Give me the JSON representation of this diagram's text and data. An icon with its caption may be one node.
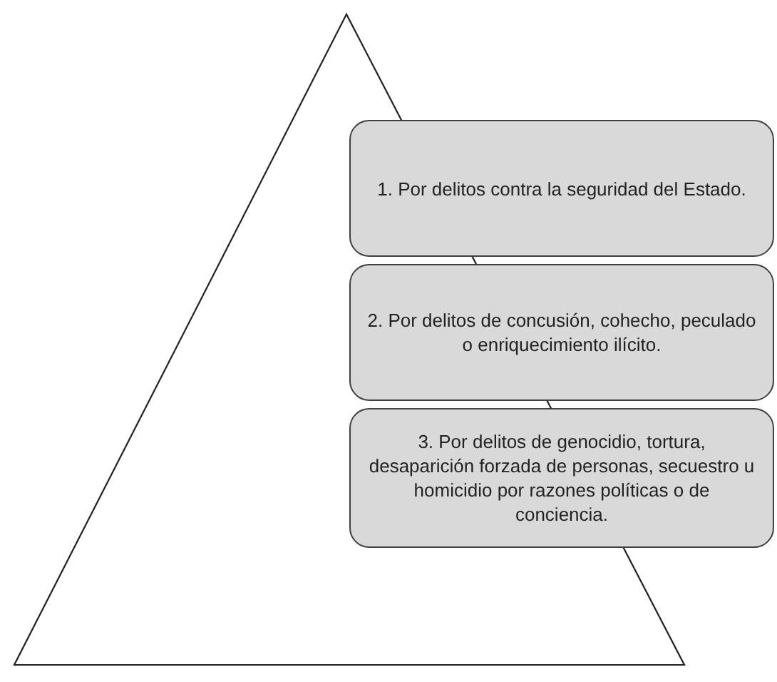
{
  "diagram": {
    "nodes": [
      {
        "text": [
          "1. Por delitos contra la seguridad del Estado."
        ]
      },
      {
        "text": [
          "2. Por delitos de concusión, cohecho, peculado o enriquecimiento ilícito."
        ]
      },
      {
        "text": [
          "3. Por delitos de genocidio, tortura, desaparición forzada de personas, secuestro u homicidio por razones políticas o de conciencia."
        ]
      }
    ]
  }
}
